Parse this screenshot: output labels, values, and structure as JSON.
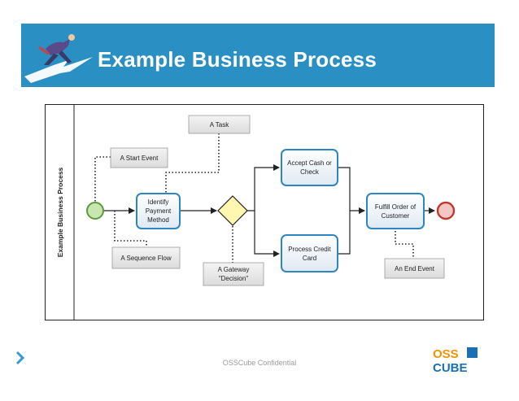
{
  "slide": {
    "title": "Example Business Process",
    "footer": "OSSCube Confidential",
    "brand_line1": "OSS",
    "brand_line2": "CUBE"
  },
  "diagram": {
    "pool_label": "Example Business Process",
    "tasks": {
      "identify_line1": "Identify",
      "identify_line2": "Payment",
      "identify_line3": "Method",
      "accept_line1": "Accept Cash or",
      "accept_line2": "Check",
      "process_line1": "Process Credit",
      "process_line2": "Card",
      "fulfill_line1": "Fulfill Order of",
      "fulfill_line2": "Customer"
    },
    "annotations": {
      "task": "A Task",
      "start_event": "A Start Event",
      "sequence_flow": "A Sequence Flow",
      "gateway_line1": "A Gateway",
      "gateway_line2": "\"Decision\"",
      "end_event": "An End Event"
    }
  },
  "colors": {
    "header": "#2a8fc2",
    "task_border": "#2e86c1",
    "start_event_fill": "#c8e6b0",
    "start_event_stroke": "#5a9a3a",
    "end_event_fill": "#f4c7c7",
    "end_event_stroke": "#c0392b",
    "gateway_fill": "#fff7b0",
    "brand_orange": "#f39200",
    "brand_blue": "#1b6fb5"
  }
}
